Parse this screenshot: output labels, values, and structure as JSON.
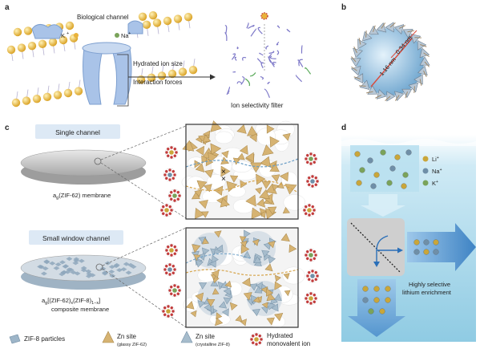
{
  "panels": {
    "a": {
      "label": "a",
      "biological_channel": "Biological channel",
      "ion_k": "K",
      "ion_na": "Na",
      "charge": "+",
      "hydrated_ion_size": "Hydrated ion size",
      "interaction_forces": "Interaction forces",
      "filter_caption": "Ion selectivity filter"
    },
    "b": {
      "label": "b",
      "dim_outer": "0.34 nm",
      "dim_inner": "1.16 nm"
    },
    "c": {
      "label": "c",
      "single_title": "Single channel",
      "single_prefix": "a",
      "single_sub": "g",
      "single_rest": "(ZIF-62) membrane",
      "small_title": "Small window channel",
      "comp_prefix": "a",
      "comp_sub": "g",
      "comp_rest1": "[(ZIF-62)",
      "comp_sub_x": "x",
      "comp_rest2": "(ZIF-8)",
      "comp_sub_1x": "1−x",
      "comp_rest3": "]",
      "comp_line2": "composite membrane"
    },
    "d": {
      "label": "d",
      "legend_li": "Li",
      "legend_na": "Na",
      "legend_k": "K",
      "charge": "+",
      "caption_line1": "Highly selective",
      "caption_line2": "lithium enrichment"
    }
  },
  "legend": {
    "zif8": "ZIF-8 particles",
    "zn_glassy": "Zn site",
    "zn_glassy_sub": "(glassy ZIF-62)",
    "zn_cryst": "Zn site",
    "zn_cryst_sub": "(crystalline ZIF-8)",
    "hydrated1": "Hydrated",
    "hydrated2": "monovalent ion"
  },
  "colors": {
    "gold": "#e6b93c",
    "li": "#c9a63a",
    "na": "#6f8fa8",
    "k": "#7aa35a",
    "ion_shell": "#c23b3b",
    "channel": "#a9c3e8",
    "water": "#bfe3f2"
  }
}
